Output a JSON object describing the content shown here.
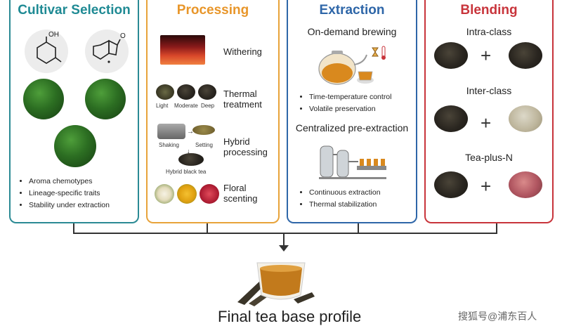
{
  "panels": {
    "cultivar": {
      "title": "Cultivar Selection",
      "title_color": "#1f8a94",
      "chem_labels": [
        "OH",
        "O"
      ],
      "bullets": [
        "Aroma chemotypes",
        "Lineage-specific traits",
        "Stability under extraction"
      ]
    },
    "processing": {
      "title": "Processing",
      "title_color": "#e8962a",
      "steps": [
        "Withering",
        "Thermal treatment",
        "Hybrid processing",
        "Floral scenting"
      ],
      "roast_labels": [
        "Light",
        "Moderate",
        "Deep"
      ],
      "hybrid_labels": [
        "Shaking",
        "Setting",
        "Hybrid black tea"
      ]
    },
    "extraction": {
      "title": "Extraction",
      "title_color": "#2e66a8",
      "sections": [
        {
          "heading": "On-demand brewing",
          "bullets": [
            "Time-temperature control",
            "Volatile preservation"
          ]
        },
        {
          "heading": "Centralized pre-extraction",
          "bullets": [
            "Continuous extraction",
            "Thermal stabilization"
          ]
        }
      ]
    },
    "blending": {
      "title": "Blending",
      "title_color": "#c8343b",
      "rows": [
        "Intra-class",
        "Inter-class",
        "Tea-plus-N"
      ],
      "plus": "+"
    }
  },
  "footer": {
    "text": "Final tea base profile"
  },
  "watermark": {
    "text": "搜狐号@浦东百人"
  },
  "icons": [
    "leaf-photo",
    "tea-heap",
    "teapot",
    "cup",
    "hourglass",
    "thermometer",
    "extraction-plant",
    "flower-heaps",
    "tea-cup"
  ]
}
